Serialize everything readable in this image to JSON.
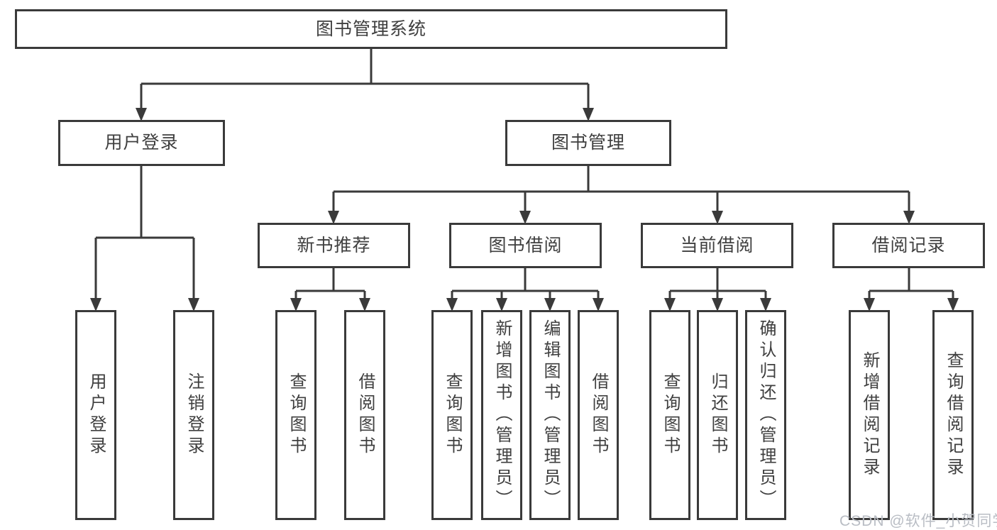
{
  "diagram_title": "图书管理系统",
  "tree": {
    "label": "图书管理系统",
    "children": [
      {
        "label": "用户登录",
        "children": [
          {
            "label": "用户登录"
          },
          {
            "label": "注销登录"
          }
        ]
      },
      {
        "label": "图书管理",
        "children": [
          {
            "label": "新书推荐",
            "children": [
              {
                "label": "查询图书"
              },
              {
                "label": "借阅图书"
              }
            ]
          },
          {
            "label": "图书借阅",
            "children": [
              {
                "label": "查询图书"
              },
              {
                "label": "新增图书（管理员）"
              },
              {
                "label": "编辑图书（管理员）"
              },
              {
                "label": "借阅图书"
              }
            ]
          },
          {
            "label": "当前借阅",
            "children": [
              {
                "label": "查询图书"
              },
              {
                "label": "归还图书"
              },
              {
                "label": "确认归还（管理员）"
              }
            ]
          },
          {
            "label": "借阅记录",
            "children": [
              {
                "label": "新增借阅记录"
              },
              {
                "label": "查询借阅记录"
              }
            ]
          }
        ]
      }
    ]
  },
  "watermark": {
    "text": "CSDN @软件_小贺同学"
  },
  "colors": {
    "line": "#3a3a3a",
    "text": "#3f3f3f",
    "background": "#ffffff",
    "watermark": "#b9bdc4"
  }
}
